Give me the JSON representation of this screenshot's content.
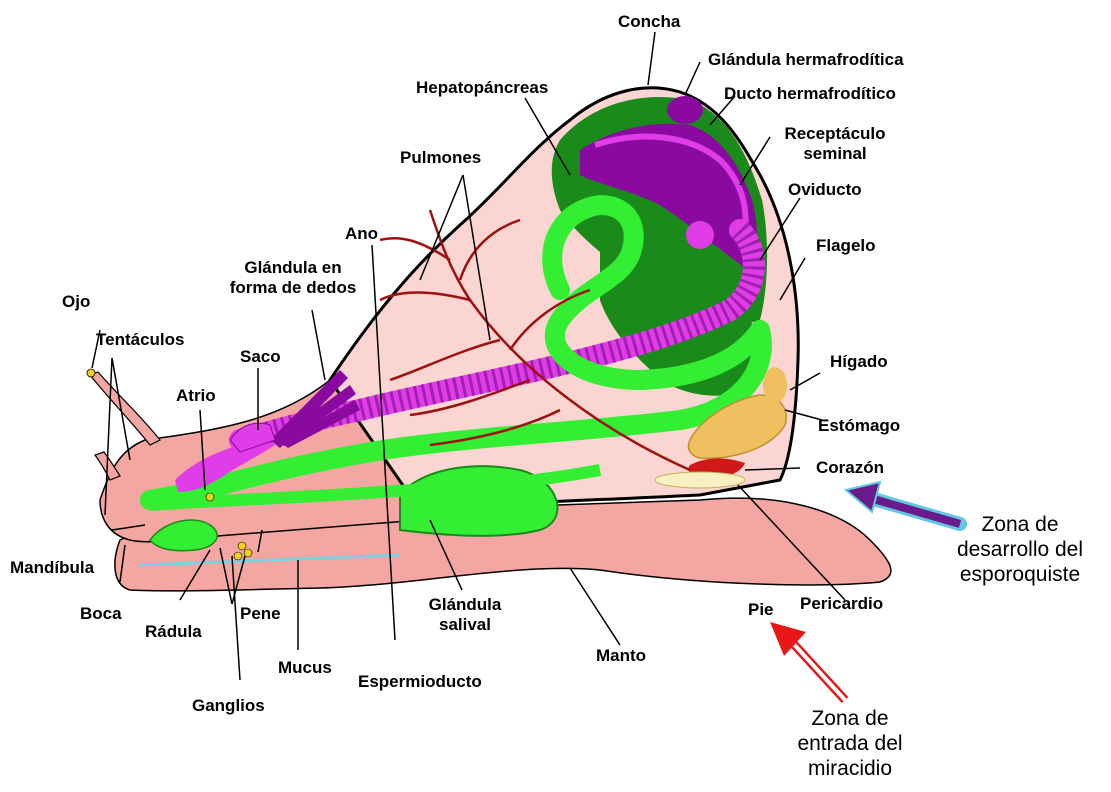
{
  "labels": {
    "concha": "Concha",
    "glandula_hermafroditica": "Glándula hermafrodítica",
    "ducto_hermafroditico": "Ducto hermafrodítico",
    "hepatopancreas": "Hepatopáncreas",
    "receptaculo_l1": "Receptáculo",
    "receptaculo_l2": "seminal",
    "pulmones": "Pulmones",
    "oviducto": "Oviducto",
    "ano": "Ano",
    "flagelo": "Flagelo",
    "glandula_dedos_l1": "Glándula en",
    "glandula_dedos_l2": "forma de dedos",
    "ojo": "Ojo",
    "tentaculos": "Tentáculos",
    "saco": "Saco",
    "higado": "Hígado",
    "atrio": "Atrio",
    "estomago": "Estómago",
    "corazon": "Corazón",
    "mandibula": "Mandíbula",
    "boca": "Boca",
    "radula": "Rádula",
    "pene": "Pene",
    "mucus": "Mucus",
    "ganglios": "Ganglios",
    "espermioducto": "Espermioducto",
    "glandula_salival_l1": "Glándula",
    "glandula_salival_l2": "salival",
    "manto": "Manto",
    "pie": "Pie",
    "pericardio": "Pericardio"
  },
  "annotations": {
    "esporoquiste_l1": "Zona de",
    "esporoquiste_l2": "desarrollo del",
    "esporoquiste_l3": "esporoquiste",
    "miracidio_l1": "Zona de",
    "miracidio_l2": "entrada del",
    "miracidio_l3": "miracidio"
  },
  "colors": {
    "body": "#f4a6a2",
    "shell_inner": "#fbd5d2",
    "dark_green": "#1a8a1a",
    "bright_green": "#33ee33",
    "purple": "#8a0aa0",
    "magenta": "#e03ce8",
    "red": "#d01818",
    "tan": "#f0c060",
    "arrow_purple": "#6a1a8a",
    "arrow_red": "#e81818"
  }
}
